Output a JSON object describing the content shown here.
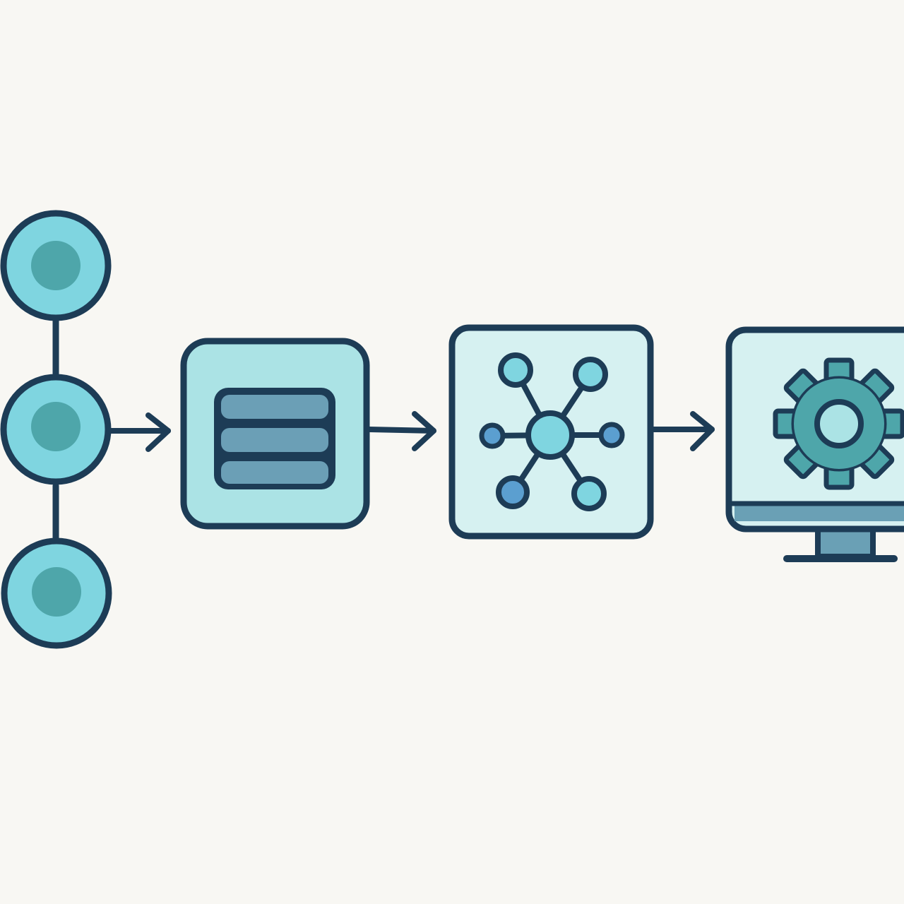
{
  "diagram": {
    "style": "flat-icon pipeline flowchart",
    "colors": {
      "background": "#f8f7f3",
      "outline": "#1d3c56",
      "light_cyan": "#7fd5e0",
      "teal": "#4ea6aa",
      "panel_fill": "#abe3e5",
      "panel_fill_pale": "#d6f1f1",
      "stack_bar": "#6b9fb6",
      "node_blue": "#5b9fd0",
      "monitor_stand": "#6aa0b5"
    },
    "stages": [
      {
        "name": "data-sources",
        "icon": "node-chain-icon"
      },
      {
        "name": "data-storage",
        "icon": "database-stack-icon"
      },
      {
        "name": "network-processing",
        "icon": "network-hub-icon"
      },
      {
        "name": "system-output",
        "icon": "monitor-gear-icon"
      }
    ],
    "connectors": [
      {
        "from": "data-sources",
        "to": "data-storage"
      },
      {
        "from": "data-storage",
        "to": "network-processing"
      },
      {
        "from": "network-processing",
        "to": "system-output"
      }
    ]
  }
}
